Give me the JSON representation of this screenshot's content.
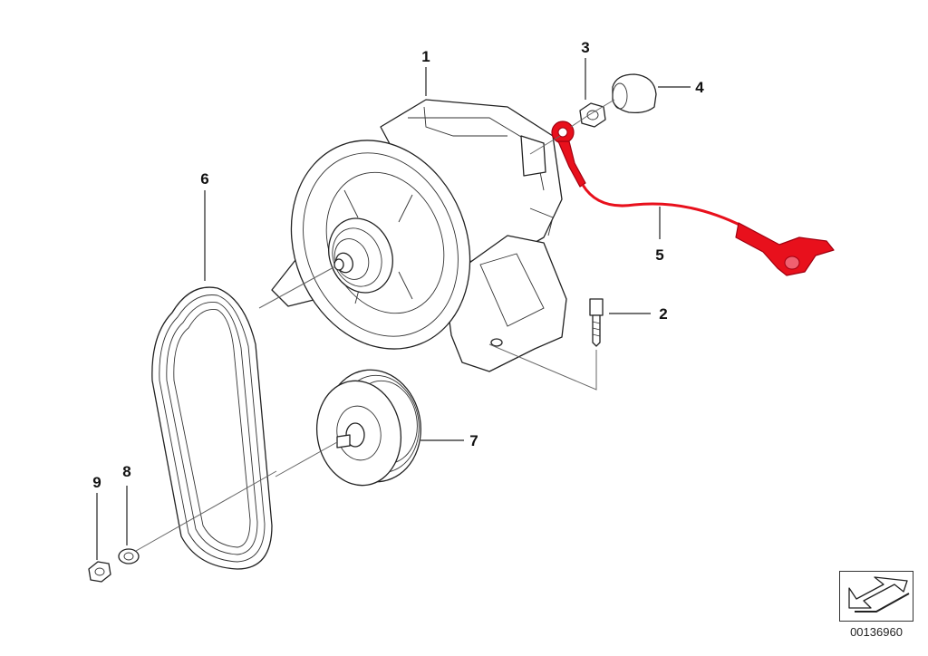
{
  "diagram": {
    "callouts": [
      {
        "id": "1",
        "text": "1"
      },
      {
        "id": "2",
        "text": "2"
      },
      {
        "id": "3",
        "text": "3"
      },
      {
        "id": "4",
        "text": "4"
      },
      {
        "id": "5",
        "text": "5"
      },
      {
        "id": "6",
        "text": "6"
      },
      {
        "id": "7",
        "text": "7"
      },
      {
        "id": "8",
        "text": "8"
      },
      {
        "id": "9",
        "text": "9"
      }
    ],
    "highlight_color": "#e8101c",
    "reference_number": "00136960",
    "icons": {
      "reference_marker": "arrow-direction-icon"
    }
  }
}
